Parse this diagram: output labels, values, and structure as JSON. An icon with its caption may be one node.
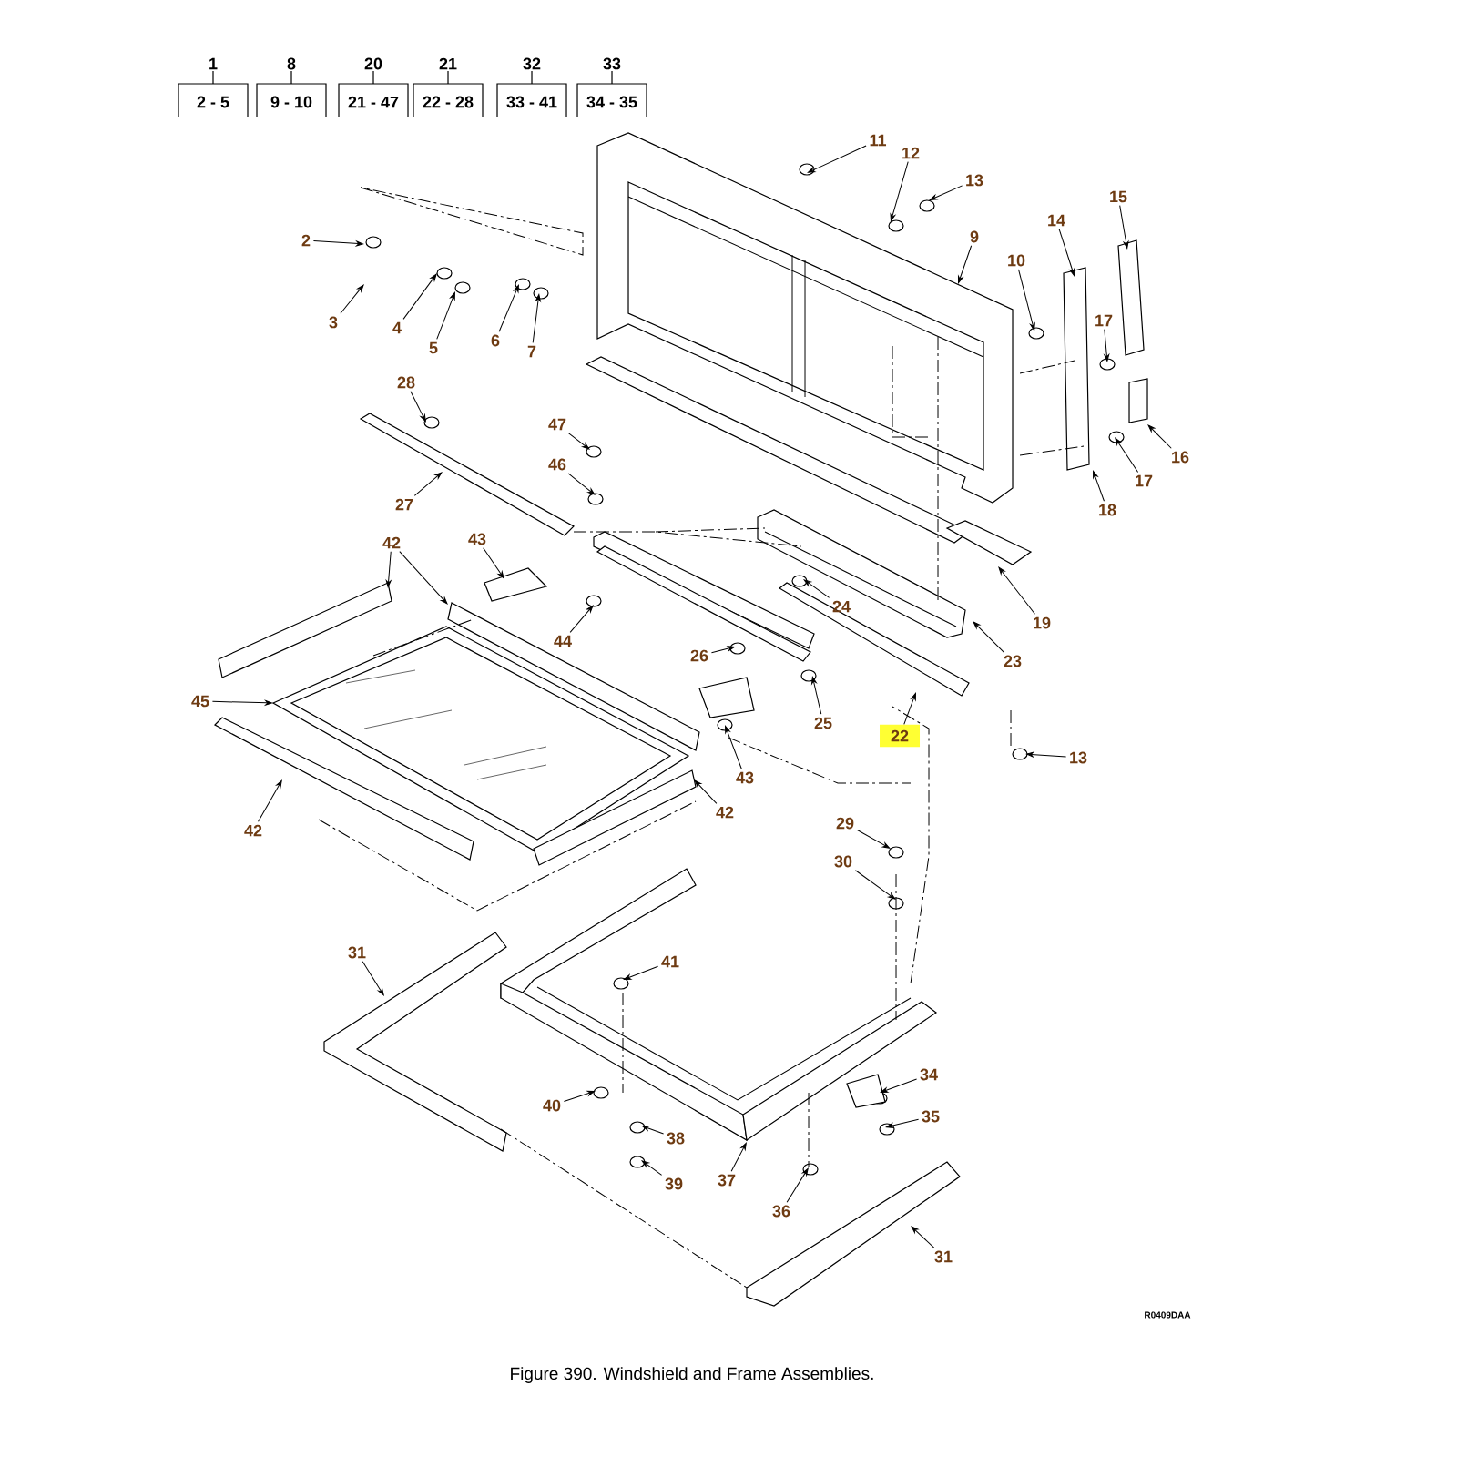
{
  "diagram": {
    "caption": "Figure 390. Windshield and Frame Assemblies.",
    "nodes": [
      {
        "text": [
          "2"
        ]
      },
      {
        "text": [
          "3"
        ]
      },
      {
        "text": [
          "4"
        ]
      },
      {
        "text": [
          "5"
        ]
      },
      {
        "text": [
          "6"
        ]
      },
      {
        "text": [
          "7"
        ]
      },
      {
        "text": [
          "11"
        ]
      },
      {
        "text": [
          "12"
        ]
      },
      {
        "text": [
          "13"
        ]
      },
      {
        "text": [
          "9"
        ]
      },
      {
        "text": [
          "10"
        ]
      },
      {
        "text": [
          "14"
        ]
      },
      {
        "text": [
          "15"
        ]
      },
      {
        "text": [
          "17"
        ]
      },
      {
        "text": [
          "16"
        ]
      },
      {
        "text": [
          "17"
        ]
      },
      {
        "text": [
          "18"
        ]
      },
      {
        "text": [
          "28"
        ]
      },
      {
        "text": [
          "47"
        ]
      },
      {
        "text": [
          "46"
        ]
      },
      {
        "text": [
          "27"
        ]
      },
      {
        "text": [
          "42"
        ]
      },
      {
        "text": [
          "43"
        ]
      },
      {
        "text": [
          "44"
        ]
      },
      {
        "text": [
          "24"
        ]
      },
      {
        "text": [
          "19"
        ]
      },
      {
        "text": [
          "23"
        ]
      },
      {
        "text": [
          "26"
        ]
      },
      {
        "text": [
          "25"
        ]
      },
      {
        "text": [
          "22"
        ]
      },
      {
        "text": [
          "45"
        ]
      },
      {
        "text": [
          "43"
        ]
      },
      {
        "text": [
          "13"
        ]
      },
      {
        "text": [
          "42"
        ]
      },
      {
        "text": [
          "42"
        ]
      },
      {
        "text": [
          "29"
        ]
      },
      {
        "text": [
          "30"
        ]
      },
      {
        "text": [
          "31"
        ]
      },
      {
        "text": [
          "41"
        ]
      },
      {
        "text": [
          "34"
        ]
      },
      {
        "text": [
          "35"
        ]
      },
      {
        "text": [
          "40"
        ]
      },
      {
        "text": [
          "38"
        ]
      },
      {
        "text": [
          "39"
        ]
      },
      {
        "text": [
          "37"
        ]
      },
      {
        "text": [
          "36"
        ]
      },
      {
        "text": [
          "31"
        ]
      }
    ],
    "edges": [
      {
        "from": 0,
        "to": null,
        "arrow": "to"
      },
      {
        "from": 1,
        "to": null,
        "arrow": "to"
      },
      {
        "from": 2,
        "to": null,
        "arrow": "to"
      },
      {
        "from": 3,
        "to": null,
        "arrow": "to"
      },
      {
        "from": 4,
        "to": null,
        "arrow": "to"
      },
      {
        "from": 5,
        "to": null,
        "arrow": "to"
      },
      {
        "from": 6,
        "to": null,
        "arrow": "to"
      },
      {
        "from": 7,
        "to": null,
        "arrow": "to"
      },
      {
        "from": 8,
        "to": null,
        "arrow": "to"
      },
      {
        "from": 9,
        "to": null,
        "arrow": "to"
      },
      {
        "from": 10,
        "to": null,
        "arrow": "to"
      },
      {
        "from": 11,
        "to": null,
        "arrow": "to"
      },
      {
        "from": 12,
        "to": null,
        "arrow": "to"
      },
      {
        "from": 13,
        "to": null,
        "arrow": "to"
      },
      {
        "from": 14,
        "to": null,
        "arrow": "to"
      },
      {
        "from": 15,
        "to": null,
        "arrow": "to"
      },
      {
        "from": 16,
        "to": null,
        "arrow": "to"
      },
      {
        "from": 17,
        "to": null,
        "arrow": "to"
      },
      {
        "from": 18,
        "to": null,
        "arrow": "to"
      },
      {
        "from": 19,
        "to": null,
        "arrow": "to"
      },
      {
        "from": 20,
        "to": null,
        "arrow": "to"
      },
      {
        "from": 21,
        "to": null,
        "arrow": "to"
      },
      {
        "from": 21,
        "to": null,
        "arrow": "to"
      },
      {
        "from": 22,
        "to": null,
        "arrow": "to"
      },
      {
        "from": 23,
        "to": null,
        "arrow": "to"
      },
      {
        "from": 24,
        "to": null,
        "arrow": "to"
      },
      {
        "from": 25,
        "to": null,
        "arrow": "to"
      },
      {
        "from": 26,
        "to": null,
        "arrow": "to"
      },
      {
        "from": 27,
        "to": null,
        "arrow": "to"
      },
      {
        "from": 28,
        "to": null,
        "arrow": "to"
      },
      {
        "from": 29,
        "to": null,
        "arrow": "to"
      },
      {
        "from": 30,
        "to": null,
        "arrow": "to"
      },
      {
        "from": 31,
        "to": null,
        "arrow": "to"
      },
      {
        "from": 32,
        "to": null,
        "arrow": "to"
      },
      {
        "from": 33,
        "to": null,
        "arrow": "to"
      },
      {
        "from": 34,
        "to": null,
        "arrow": "to"
      },
      {
        "from": 35,
        "to": null,
        "arrow": "to"
      },
      {
        "from": 36,
        "to": null,
        "arrow": "to"
      },
      {
        "from": 37,
        "to": null,
        "arrow": "to"
      },
      {
        "from": 38,
        "to": null,
        "arrow": "to"
      },
      {
        "from": 39,
        "to": null,
        "arrow": "to"
      },
      {
        "from": 40,
        "to": null,
        "arrow": "to"
      },
      {
        "from": 41,
        "to": null,
        "arrow": "to"
      },
      {
        "from": 42,
        "to": null,
        "arrow": "to"
      },
      {
        "from": 43,
        "to": null,
        "arrow": "to"
      },
      {
        "from": 44,
        "to": null,
        "arrow": "to"
      },
      {
        "from": 45,
        "to": null,
        "arrow": "to"
      },
      {
        "from": 46,
        "to": null,
        "arrow": "to"
      }
    ],
    "labels": [
      "1",
      "2 - 5",
      "8",
      "9 - 10",
      "20",
      "21 - 47",
      "21",
      "22 - 28",
      "32",
      "33 - 41",
      "33",
      "34 - 35",
      "R0409DAA"
    ]
  }
}
